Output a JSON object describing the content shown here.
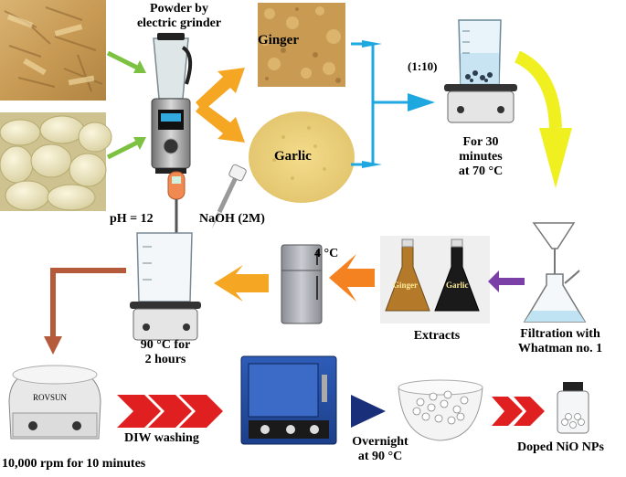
{
  "labels": {
    "powder_by_grinder": "Powder by\nelectric grinder",
    "ginger_powder": "Ginger",
    "garlic_powder": "Garlic",
    "ratio": "(1:10)",
    "heating_step": "For 30\nminutes\nat 70 °C",
    "ph": "pH = 12",
    "naoh": "NaOH (2M)",
    "cooling": "4 °C",
    "extract_ginger": "Ginger",
    "extract_garlic": "Garlic",
    "extracts": "Extracts",
    "filtration": "Filtration with\nWhatman no. 1",
    "stirring": "90 °C for\n2 hours",
    "centrifuge_brand": "ROVSUN",
    "washing": "DIW washing",
    "drying": "Overnight\nat 90 °C",
    "centrifuge_step": "10,000 rpm for 10 minutes",
    "product": "Doped NiO NPs"
  },
  "colors": {
    "green_arrow": "#7dc142",
    "orange_arrow": "#f5a623",
    "blue_arrow": "#1fa8e0",
    "yellow_arrow": "#f0f020",
    "purple_arrow": "#7b3fa8",
    "brown_arrow": "#b55a3a",
    "red_arrow": "#e02020",
    "navy_arrow": "#1a2f7a"
  }
}
